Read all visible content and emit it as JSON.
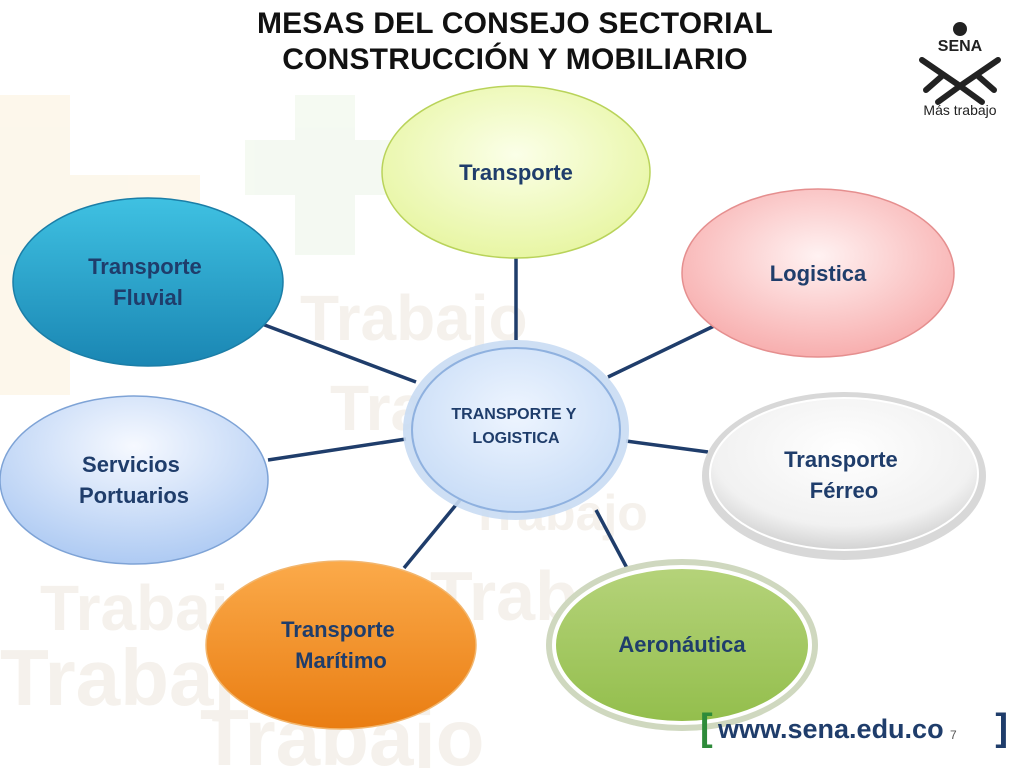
{
  "slide": {
    "title_line1": "MESAS DEL CONSEJO  SECTORIAL",
    "title_line2": "CONSTRUCCIÓN Y MOBILIARIO",
    "logo": {
      "name": "SENA",
      "tagline": "Más trabajo"
    },
    "watermark_word": "Trabajo",
    "url": "www.sena.edu.co",
    "page_number": "7"
  },
  "diagram": {
    "center": {
      "line1": "TRANSPORTE Y",
      "line2": "LOGISTICA"
    },
    "nodes": [
      {
        "id": "transporte",
        "line1": "Transporte",
        "line2": ""
      },
      {
        "id": "logistica",
        "line1": "Logistica",
        "line2": ""
      },
      {
        "id": "transporte-ferreo",
        "line1": "Transporte",
        "line2": "Férreo"
      },
      {
        "id": "aeronautica",
        "line1": "Aeronáutica",
        "line2": ""
      },
      {
        "id": "transporte-maritimo",
        "line1": "Transporte",
        "line2": "Marítimo"
      },
      {
        "id": "servicios-portuarios",
        "line1": "Servicios",
        "line2": "Portuarios"
      },
      {
        "id": "transporte-fluvial",
        "line1": "Transporte",
        "line2": "Fluvial"
      }
    ]
  },
  "colors": {
    "text_dark": "#1f3d6b",
    "connector": "#1f3d6b",
    "sena_green": "#2e8b3a"
  }
}
